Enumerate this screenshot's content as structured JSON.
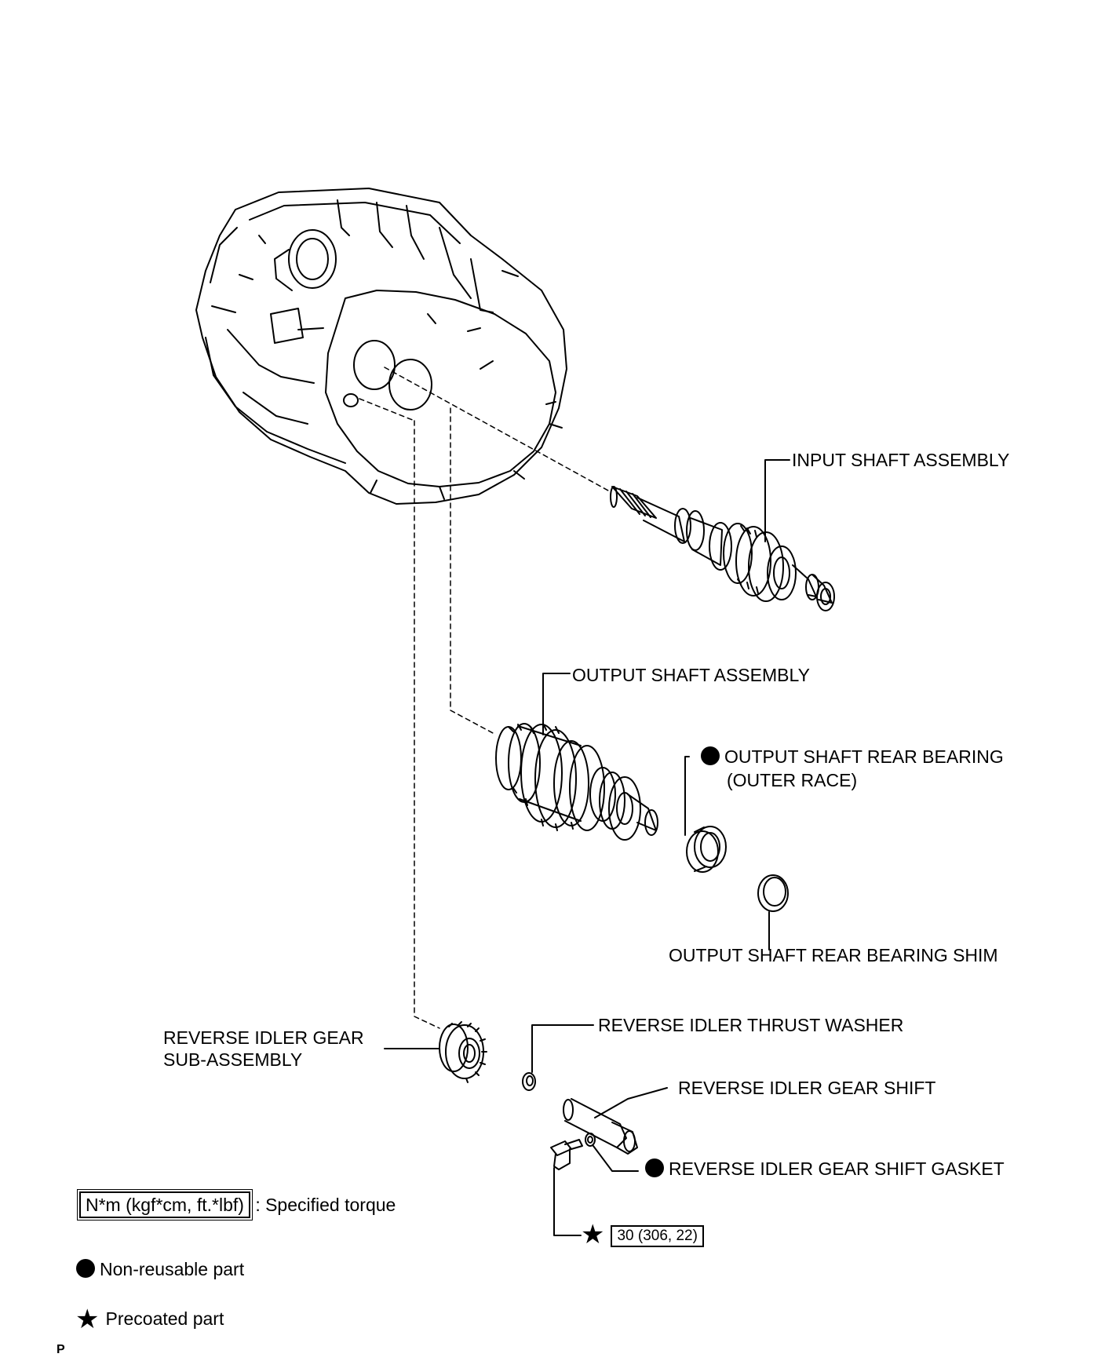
{
  "labels": {
    "input_shaft": "INPUT SHAFT ASSEMBLY",
    "output_shaft": "OUTPUT SHAFT ASSEMBLY",
    "rear_bearing_1": "OUTPUT SHAFT REAR BEARING",
    "rear_bearing_2": "(OUTER RACE)",
    "rear_bearing_shim": "OUTPUT SHAFT REAR BEARING SHIM",
    "idler_gear_1": "REVERSE IDLER GEAR",
    "idler_gear_2": "SUB-ASSEMBLY",
    "thrust_washer": "REVERSE IDLER THRUST WASHER",
    "gear_shift": "REVERSE IDLER GEAR SHIFT",
    "shift_gasket": "REVERSE IDLER GEAR SHIFT GASKET",
    "bolt_torque": "30 (306, 22)"
  },
  "legend": {
    "torque_unit": "N*m (kgf*cm, ft.*lbf)",
    "torque_desc": ": Specified torque",
    "non_reusable": "Non-reusable part",
    "precoated": "Precoated part"
  },
  "footer": {
    "code": "P"
  },
  "colors": {
    "ink": "#000000",
    "paper": "#ffffff"
  },
  "icons": {
    "non_reusable": "filled-circle-icon",
    "precoated": "star-icon"
  }
}
